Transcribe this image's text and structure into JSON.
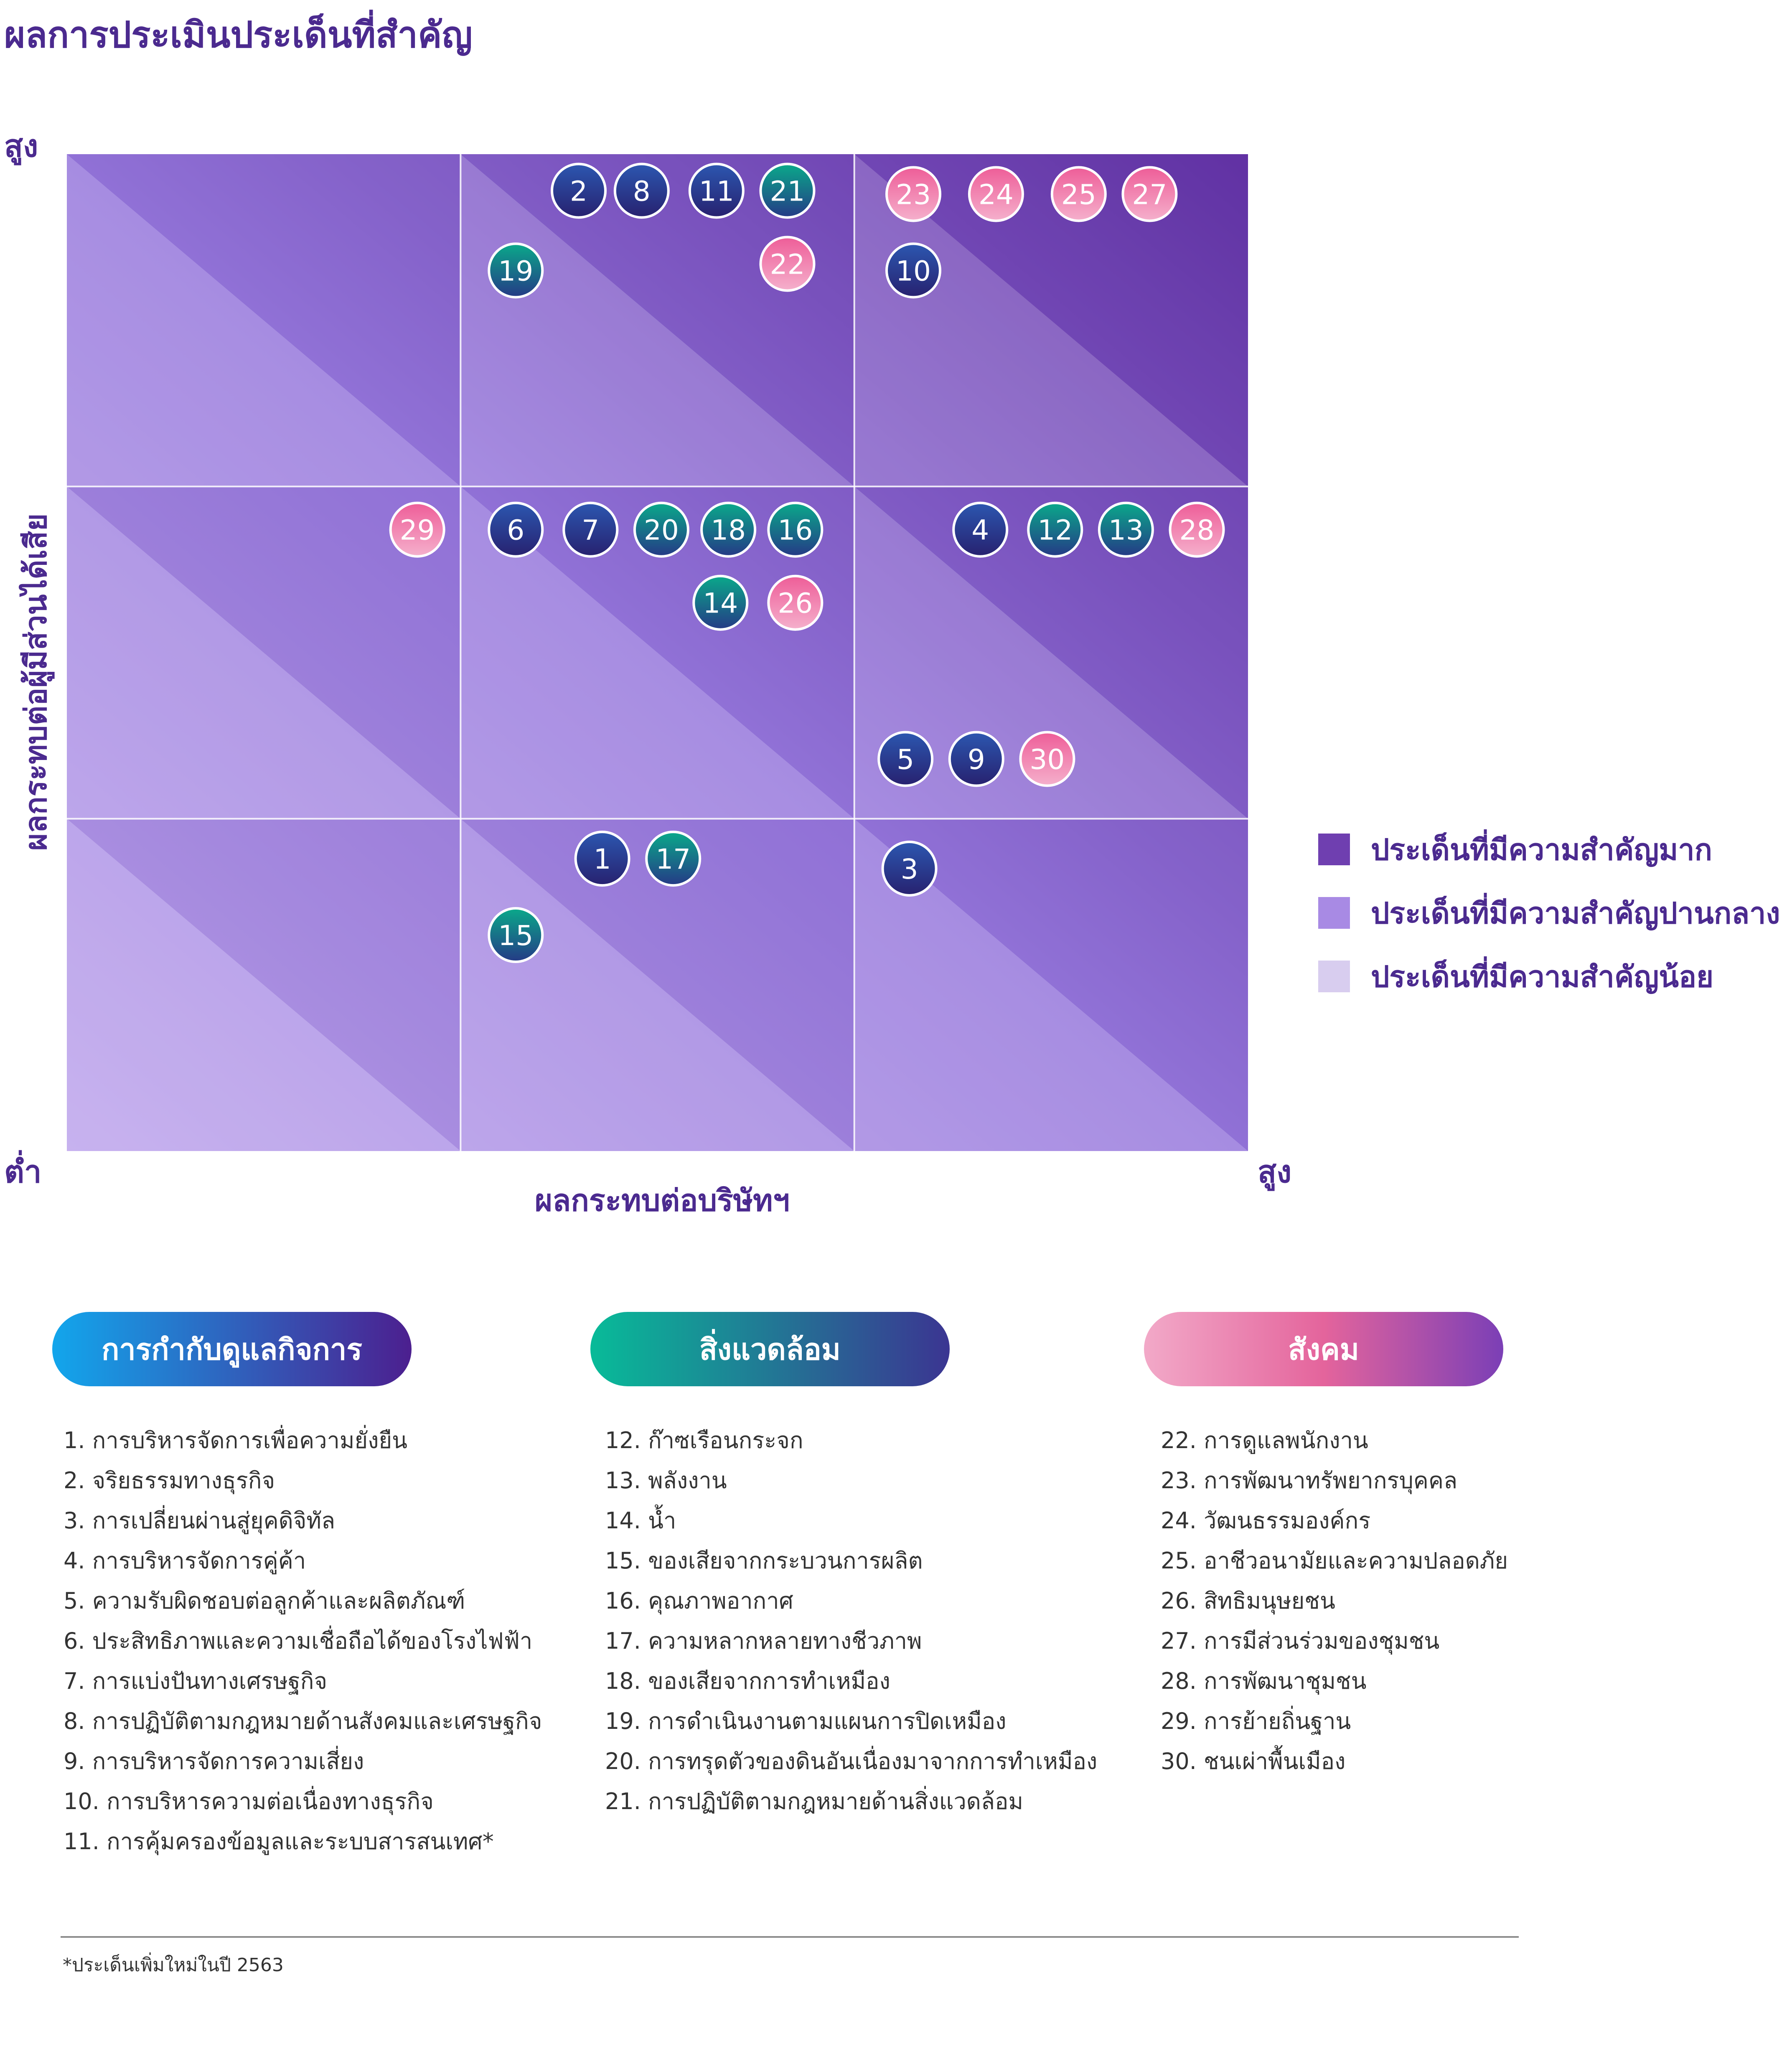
{
  "title": "ผลการประเมินประเด็นที่สำคัญ",
  "axis": {
    "y_high": "สูง",
    "low": "ต่ำ",
    "x_high": "สูง",
    "y_label": "ผลกระทบต่อผู้มีส่วนได้เสีย",
    "x_label": "ผลกระทบต่อบริษัทฯ"
  },
  "colors": {
    "governance": "#243b8f",
    "environment": "#18947e",
    "social": "#e3649a",
    "matrix_dark": "#6838a8",
    "matrix_mid": "#9c7ae0",
    "matrix_light": "#cdbce9"
  },
  "legend": [
    {
      "label": "ประเด็นที่มีความสำคัญมาก",
      "color": "#6f3fb0"
    },
    {
      "label": "ประเด็นที่มีความสำคัญปานกลาง",
      "color": "#a88ae4"
    },
    {
      "label": "ประเด็นที่มีความสำคัญน้อย",
      "color": "#d8cdef"
    }
  ],
  "chart_data": {
    "type": "scatter",
    "xlabel": "ผลกระทบต่อบริษัทฯ",
    "ylabel": "ผลกระทบต่อผู้มีส่วนได้เสีย",
    "xlim": [
      0,
      3
    ],
    "ylim": [
      0,
      3
    ],
    "grid": "3x3",
    "points": [
      {
        "id": "1",
        "x": 1.36,
        "y": 0.88,
        "group": "governance"
      },
      {
        "id": "2",
        "x": 1.3,
        "y": 2.89,
        "group": "governance"
      },
      {
        "id": "3",
        "x": 2.14,
        "y": 0.85,
        "group": "governance"
      },
      {
        "id": "4",
        "x": 2.32,
        "y": 1.87,
        "group": "governance"
      },
      {
        "id": "5",
        "x": 2.13,
        "y": 1.18,
        "group": "governance"
      },
      {
        "id": "6",
        "x": 1.14,
        "y": 1.87,
        "group": "governance"
      },
      {
        "id": "7",
        "x": 1.33,
        "y": 1.87,
        "group": "governance"
      },
      {
        "id": "8",
        "x": 1.46,
        "y": 2.89,
        "group": "governance"
      },
      {
        "id": "9",
        "x": 2.31,
        "y": 1.18,
        "group": "governance"
      },
      {
        "id": "10",
        "x": 2.15,
        "y": 2.65,
        "group": "governance"
      },
      {
        "id": "11",
        "x": 1.65,
        "y": 2.89,
        "group": "governance"
      },
      {
        "id": "12",
        "x": 2.51,
        "y": 1.87,
        "group": "environment"
      },
      {
        "id": "13",
        "x": 2.69,
        "y": 1.87,
        "group": "environment"
      },
      {
        "id": "14",
        "x": 1.66,
        "y": 1.65,
        "group": "environment"
      },
      {
        "id": "15",
        "x": 1.14,
        "y": 0.65,
        "group": "environment"
      },
      {
        "id": "16",
        "x": 1.85,
        "y": 1.87,
        "group": "environment"
      },
      {
        "id": "17",
        "x": 1.54,
        "y": 0.88,
        "group": "environment"
      },
      {
        "id": "18",
        "x": 1.68,
        "y": 1.87,
        "group": "environment"
      },
      {
        "id": "19",
        "x": 1.14,
        "y": 2.65,
        "group": "environment"
      },
      {
        "id": "20",
        "x": 1.51,
        "y": 1.87,
        "group": "environment"
      },
      {
        "id": "21",
        "x": 1.83,
        "y": 2.89,
        "group": "environment"
      },
      {
        "id": "22",
        "x": 1.83,
        "y": 2.67,
        "group": "social"
      },
      {
        "id": "23",
        "x": 2.15,
        "y": 2.88,
        "group": "social"
      },
      {
        "id": "24",
        "x": 2.36,
        "y": 2.88,
        "group": "social"
      },
      {
        "id": "25",
        "x": 2.57,
        "y": 2.88,
        "group": "social"
      },
      {
        "id": "26",
        "x": 1.85,
        "y": 1.65,
        "group": "social"
      },
      {
        "id": "27",
        "x": 2.75,
        "y": 2.88,
        "group": "social"
      },
      {
        "id": "28",
        "x": 2.87,
        "y": 1.87,
        "group": "social"
      },
      {
        "id": "29",
        "x": 0.89,
        "y": 1.87,
        "group": "social"
      },
      {
        "id": "30",
        "x": 2.49,
        "y": 1.18,
        "group": "social"
      }
    ]
  },
  "categories": [
    {
      "title": "การกำกับดูแลกิจการ",
      "items": [
        "1. การบริหารจัดการเพื่อความยั่งยืน",
        "2. จริยธรรมทางธุรกิจ",
        "3. การเปลี่ยนผ่านสู่ยุคดิจิทัล",
        "4. การบริหารจัดการคู่ค้า",
        "5. ความรับผิดชอบต่อลูกค้าและผลิตภัณฑ์",
        "6. ประสิทธิภาพและความเชื่อถือได้ของโรงไฟฟ้า",
        "7. การแบ่งปันทางเศรษฐกิจ",
        "8. การปฏิบัติตามกฎหมายด้านสังคมและเศรษฐกิจ",
        "9. การบริหารจัดการความเสี่ยง",
        "10. การบริหารความต่อเนื่องทางธุรกิจ",
        "11. การคุ้มครองข้อมูลและระบบสารสนเทศ*"
      ]
    },
    {
      "title": "สิ่งแวดล้อม",
      "items": [
        "12. ก๊าซเรือนกระจก",
        "13. พลังงาน",
        "14. น้ำ",
        "15. ของเสียจากกระบวนการผลิต",
        "16. คุณภาพอากาศ",
        "17. ความหลากหลายทางชีวภาพ",
        "18. ของเสียจากการทำเหมือง",
        "19. การดำเนินงานตามแผนการปิดเหมือง",
        "20. การทรุดตัวของดินอันเนื่องมาจากการทำเหมือง",
        "21. การปฏิบัติตามกฎหมายด้านสิ่งแวดล้อม"
      ]
    },
    {
      "title": "สังคม",
      "items": [
        "22. การดูแลพนักงาน",
        "23. การพัฒนาทรัพยากรบุคคล",
        "24. วัฒนธรรมองค์กร",
        "25. อาชีวอนามัยและความปลอดภัย",
        "26. สิทธิมนุษยชน",
        "27. การมีส่วนร่วมของชุมชน",
        "28. การพัฒนาชุมชน",
        "29. การย้ายถิ่นฐาน",
        "30. ชนเผ่าพื้นเมือง"
      ]
    }
  ],
  "footnote": "*ประเด็นเพิ่มใหม่ในปี 2563"
}
